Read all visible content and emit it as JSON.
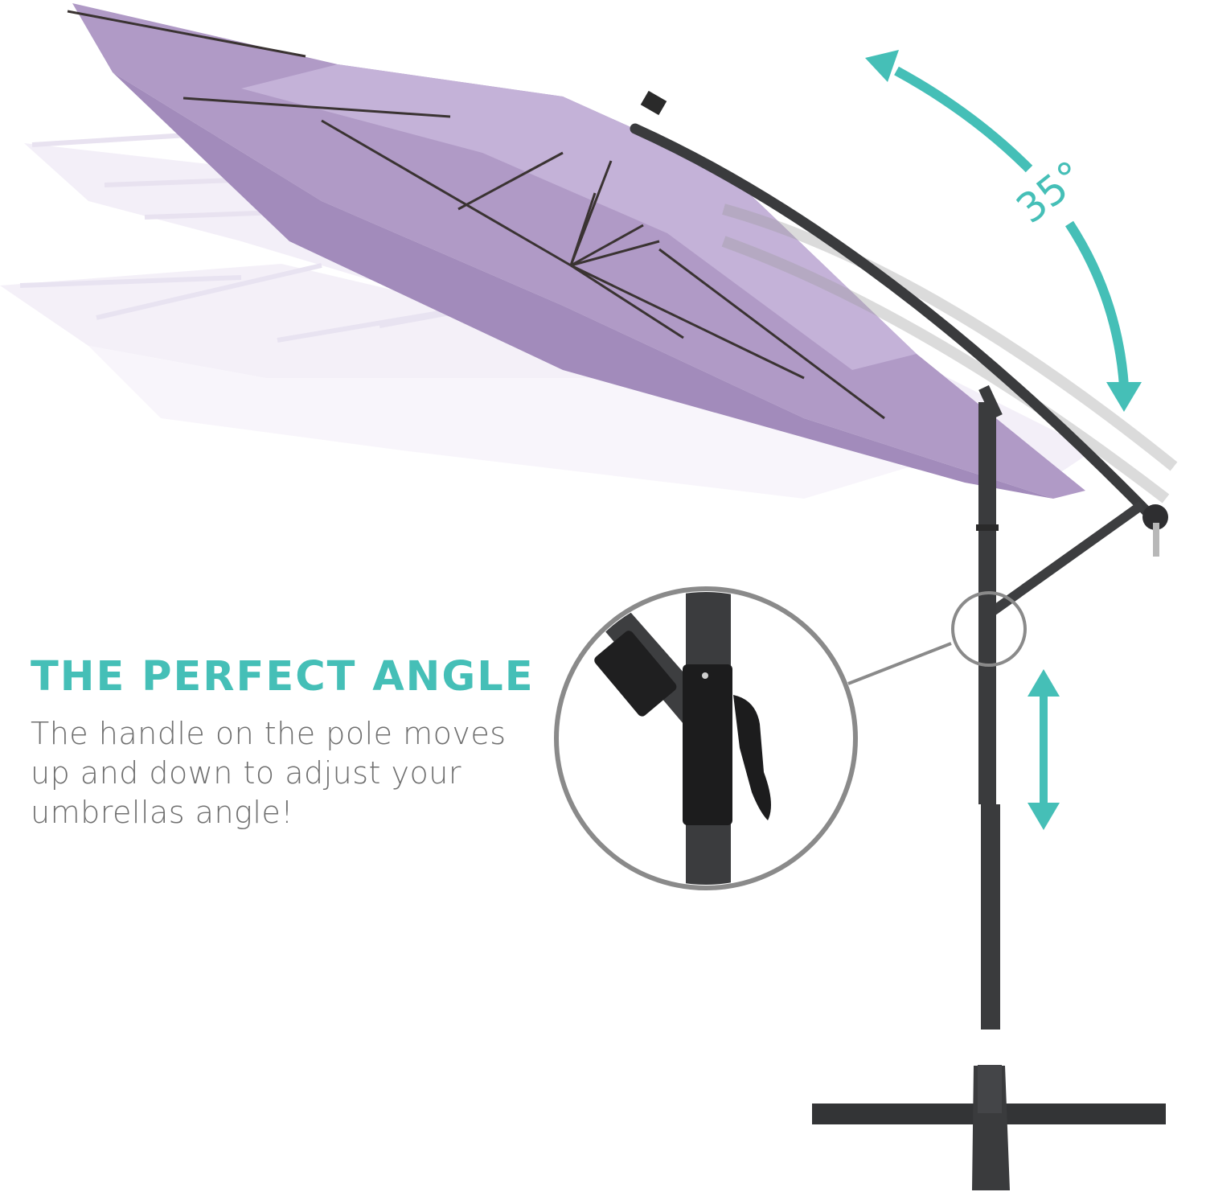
{
  "feature": {
    "headline": "THE PERFECT ANGLE",
    "description": "The handle on the pole moves up and down to adjust your umbrellas angle!",
    "tilt_angle_label": "35°"
  },
  "colors": {
    "accent_teal": "#45bfb7",
    "canopy_purple": "#b09ac6",
    "canopy_ghost": "#efe9f6",
    "pole_dark": "#3a3b3d",
    "callout_gray": "#8a8a8a",
    "text_gray": "#6f6f6f"
  },
  "icons": {
    "tilt_arrow": "curved-double-arrow",
    "height_arrow": "vertical-double-arrow"
  }
}
